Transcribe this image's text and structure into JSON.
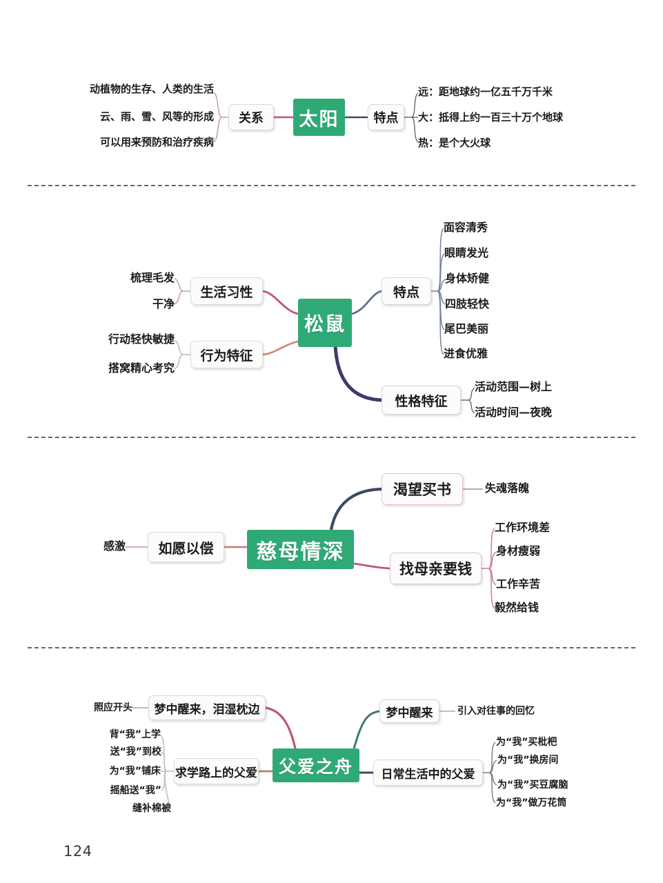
{
  "page": {
    "number": "124",
    "background_color": "#ffffff",
    "root_node_color": "#2faa77",
    "separator_color": "#444a4e"
  },
  "maps": [
    {
      "id": "map-taiyang",
      "root": "太阳",
      "left_branches": [
        {
          "label": "关系",
          "connector_color": "#c0566c",
          "children": [
            "动植物的生存、人类的生活",
            "云、雨、雪、风等的形成",
            "可以用来预防和治疗疾病"
          ]
        }
      ],
      "right_branches": [
        {
          "label": "特点",
          "connector_color": "#3e4a63",
          "children": [
            "远：距地球约一亿五千万千米",
            "大：抵得上约一百三十万个地球",
            "热：是个大火球"
          ]
        }
      ]
    },
    {
      "id": "map-songshu",
      "root": "松鼠",
      "left_branches": [
        {
          "label": "生活习性",
          "connector_color": "#c0566c",
          "children": [
            "梳理毛发",
            "干净"
          ]
        },
        {
          "label": "行为特征",
          "connector_color": "#d08a72",
          "children": [
            "行动轻快敏捷",
            "搭窝精心考究"
          ]
        }
      ],
      "right_branches": [
        {
          "label": "特点",
          "connector_color": "#5b6f8c",
          "children": [
            "面容清秀",
            "眼睛发光",
            "身体矫健",
            "四肢轻快",
            "尾巴美丽",
            "进食优雅"
          ]
        },
        {
          "label": "性格特征",
          "connector_color": "#3c3b6e",
          "children": [
            "活动范围—树上",
            "活动时间—夜晚"
          ]
        }
      ]
    },
    {
      "id": "map-cimu",
      "root": "慈母情深",
      "left_branches": [
        {
          "label": "如愿以偿",
          "connector_color": "#c57a72",
          "children": [
            "感激"
          ]
        }
      ],
      "right_branches": [
        {
          "label": "渴望买书",
          "connector_color": "#3e4a63",
          "children": [
            "失魂落魄"
          ]
        },
        {
          "label": "找母亲要钱",
          "connector_color": "#c0566c",
          "children": [
            "工作环境差",
            "身材瘦弱",
            "工作辛苦",
            "毅然给钱"
          ]
        }
      ]
    },
    {
      "id": "map-fuai",
      "root": "父爱之舟",
      "left_branches": [
        {
          "label": "梦中醒来，泪湿枕边",
          "connector_color": "#c0566c",
          "children": [
            "照应开头"
          ]
        },
        {
          "label": "求学路上的父爱",
          "connector_color": "#c57a72",
          "children": [
            "背“我”上学",
            "送“我”到校",
            "为“我”铺床",
            "摇船送“我”",
            "缝补棉被"
          ]
        }
      ],
      "right_branches": [
        {
          "label": "梦中醒来",
          "connector_color": "#3f7a5c",
          "children": [
            "引入对往事的回忆"
          ]
        },
        {
          "label": "日常生活中的父爱",
          "connector_color": "#3e4a63",
          "children": [
            "为“我”买枇杷",
            "为“我”换房间",
            "为“我”买豆腐脑",
            "为“我”做万花筒"
          ]
        }
      ]
    }
  ]
}
